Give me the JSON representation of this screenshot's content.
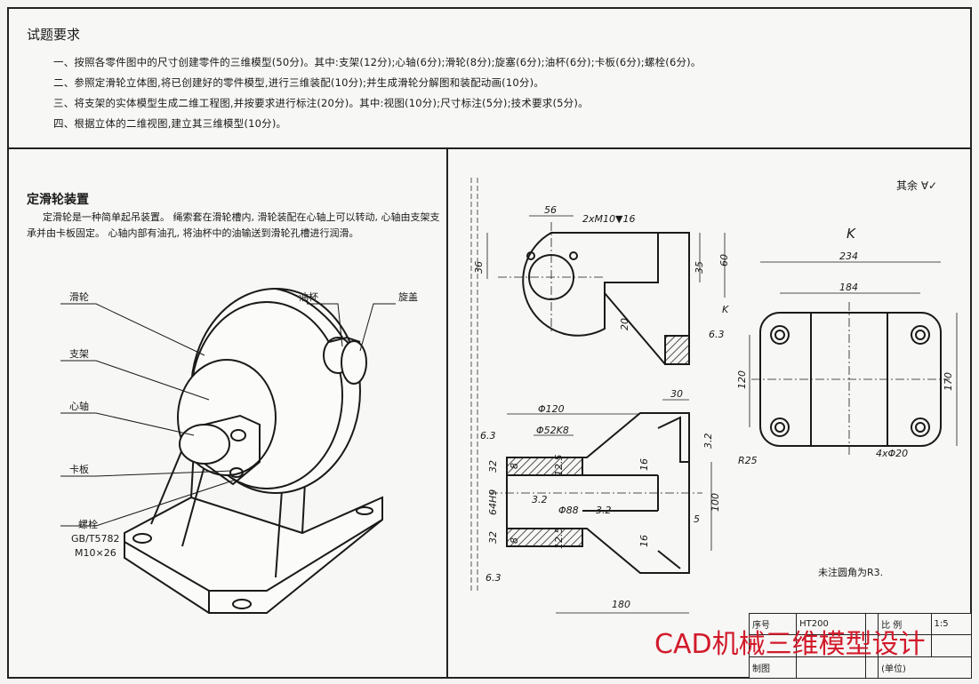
{
  "requirements": {
    "title": "试题要求",
    "lines": [
      "一、按照各零件图中的尺寸创建零件的三维模型(50分)。其中:支架(12分);心轴(6分);滑轮(8分);旋塞(6分);油杯(6分);卡板(6分);螺栓(6分)。",
      "二、参照定滑轮立体图,将已创建好的零件模型,进行三维装配(10分);并生成滑轮分解图和装配动画(10分)。",
      "三、将支架的实体模型生成二维工程图,并按要求进行标注(20分)。其中:视图(10分);尺寸标注(5分);技术要求(5分)。",
      "四、根据立体的二维视图,建立其三维模型(10分)。"
    ]
  },
  "assembly": {
    "title": "定滑轮装置",
    "description": "定滑轮是一种简单起吊装置。 绳索套在滑轮槽内, 滑轮装配在心轴上可以转动, 心轴由支架支承并由卡板固定。 心轴内部有油孔, 将油杯中的油输送到滑轮孔槽进行润滑。",
    "labels": {
      "pulley": "滑轮",
      "bracket": "支架",
      "shaft": "心轴",
      "clamp": "卡板",
      "bolt": "螺栓",
      "bolt_std": "GB/T5782",
      "bolt_size": "M10×26",
      "oil_cup": "油杯",
      "plug": "旋盖"
    }
  },
  "drawing": {
    "rough_other": "其余",
    "view_k": "K",
    "note": "未注圆角为R3.",
    "dims": {
      "d56": "56",
      "d_thread": "2xM10▼16",
      "d36": "36",
      "d35": "35",
      "d60": "60",
      "d20": "20",
      "d_k": "K",
      "r63a": "6.3",
      "d234": "234",
      "d184": "184",
      "d120": "120",
      "d170": "170",
      "r25": "R25",
      "holes": "4xΦ20",
      "d30": "30",
      "phi120": "Φ120",
      "phi52": "Φ52K8",
      "r63b": "6.3",
      "r32a": "3.2",
      "d32a": "32",
      "d8a": "8",
      "r125a": "12.5",
      "d16a": "16",
      "d64": "64H9",
      "phi88": "Φ88",
      "r32b": "3.2",
      "r32c": "3.2",
      "d100": "100",
      "d5": "5",
      "d32b": "32",
      "d8b": "8",
      "r125b": "12.5",
      "d16b": "16",
      "r63c": "6.3",
      "d180": "180"
    }
  },
  "title_block": {
    "seq": "序号",
    "material": "HT200",
    "scale_label": "比 例",
    "scale": "1:5",
    "draw": "制图",
    "unit": "(单位)"
  },
  "watermark": "CAD机械三维模型设计"
}
